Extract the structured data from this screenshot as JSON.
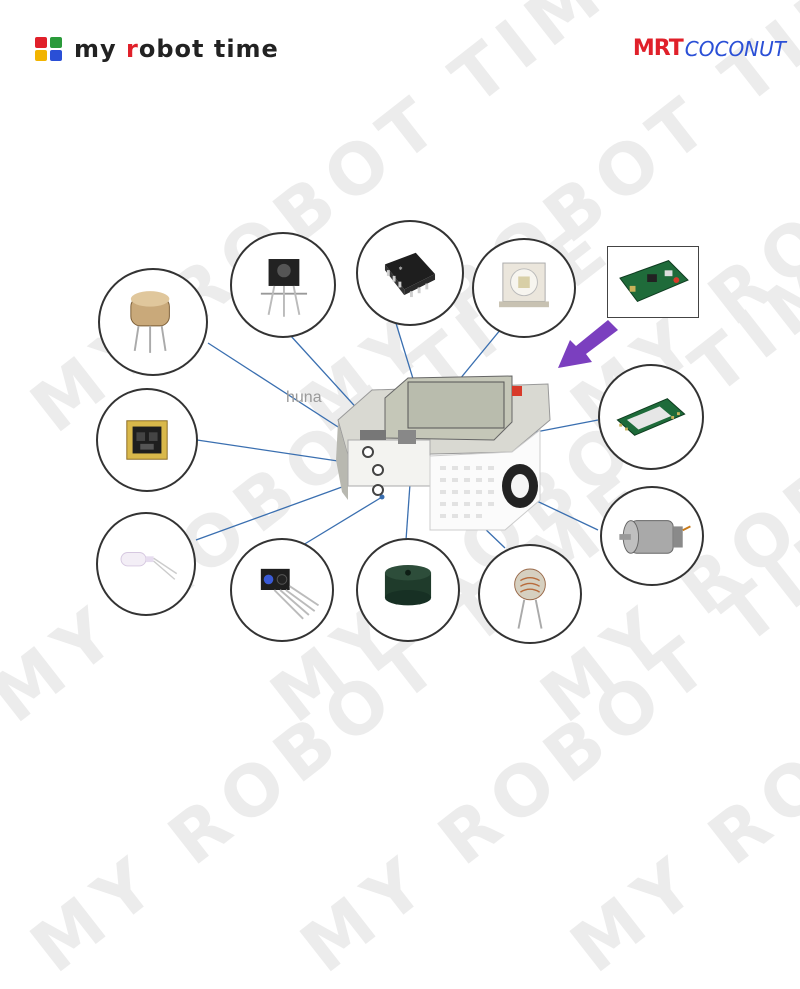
{
  "brand": {
    "left_name_prefix": "my ",
    "left_name_r": "r",
    "left_name_rest": "obot time",
    "right_mrt": "MRT",
    "right_coconut": "COCONUT"
  },
  "background_watermark": "MY ROBOT TIME",
  "image_watermark": "huna",
  "colors": {
    "accent_red": "#e0202a",
    "accent_blue": "#2a4fd6",
    "arrow_purple": "#7b3fbf",
    "leader_line_blue": "#3a6fb0"
  },
  "components": [
    "transistor-sensor",
    "ir-receiver",
    "microcontroller-chip",
    "rgb-led",
    "main-board",
    "bluetooth-module",
    "dc-motor",
    "light-sensor",
    "buzzer",
    "line-tracking-sensor",
    "infrared-led",
    "gesture-sensor"
  ]
}
